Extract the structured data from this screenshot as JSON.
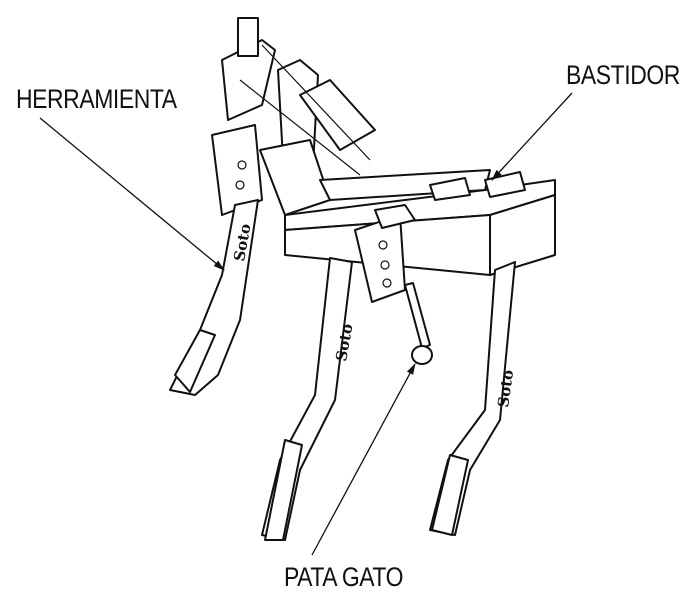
{
  "labels": {
    "tool": "HERRAMIENTA",
    "frame": "BASTIDOR",
    "gauge_leg": "PATA GATO"
  },
  "brand_logo": "Soto"
}
